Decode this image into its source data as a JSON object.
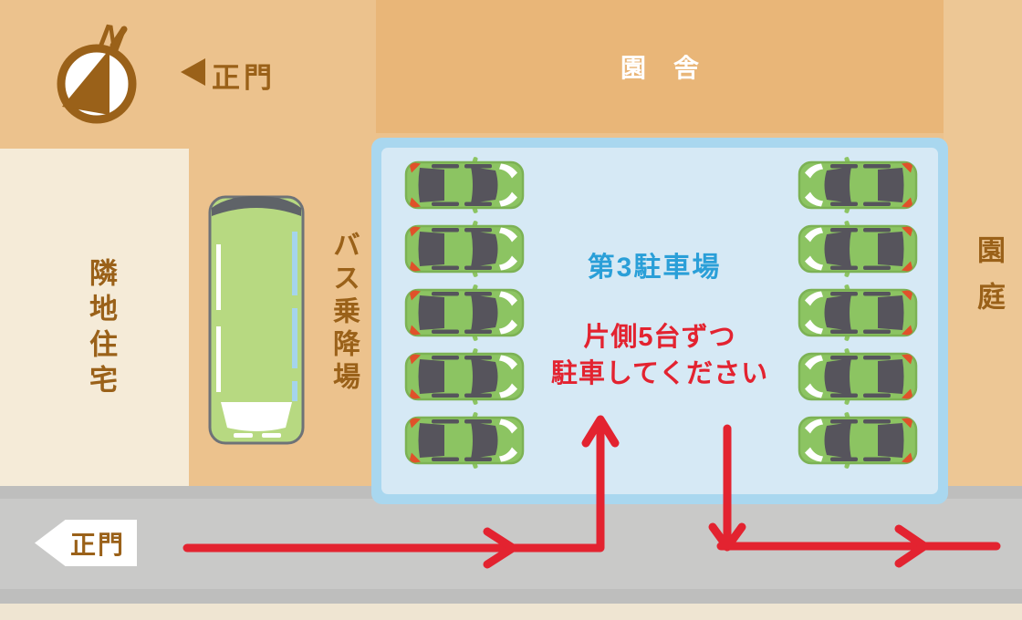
{
  "compass": {
    "north_label": "N"
  },
  "top_area": {
    "gate_label": "正門",
    "building_label": "園舎"
  },
  "areas": {
    "neighbor_label": "隣地住宅",
    "bus_stop_label": "バス乗降場",
    "yard_label": "園庭"
  },
  "parking_lot": {
    "title": "第3駐車場",
    "instruction_lines": [
      "片側5台ずつ",
      "駐車してください"
    ],
    "left_cars": 5,
    "right_cars": 5
  },
  "road": {
    "gate_label": "正門"
  },
  "colors": {
    "tan": "#ecc28d",
    "tan_light": "#edc795",
    "building_orange": "#e9b678",
    "neighbor_cream": "#f5ebd8",
    "bottom_cream": "#efe5d2",
    "road_gray": "#c9c9c8",
    "road_edge_gray": "#bebebd",
    "lot_fill_blue": "#d6e9f5",
    "lot_border_blue": "#a9d7ef",
    "car_green": "#8cc462",
    "car_outline_green": "#7cb254",
    "car_window_gray": "#56545c",
    "car_taillight_red": "#e0512a",
    "bus_green": "#b7d981",
    "bus_outline_gray": "#6e7277",
    "bus_window_blue": "#a5d4ec",
    "text_brown": "#9a6119",
    "arrow_red": "#e32330",
    "lot_title_blue": "#2a9fd8"
  }
}
